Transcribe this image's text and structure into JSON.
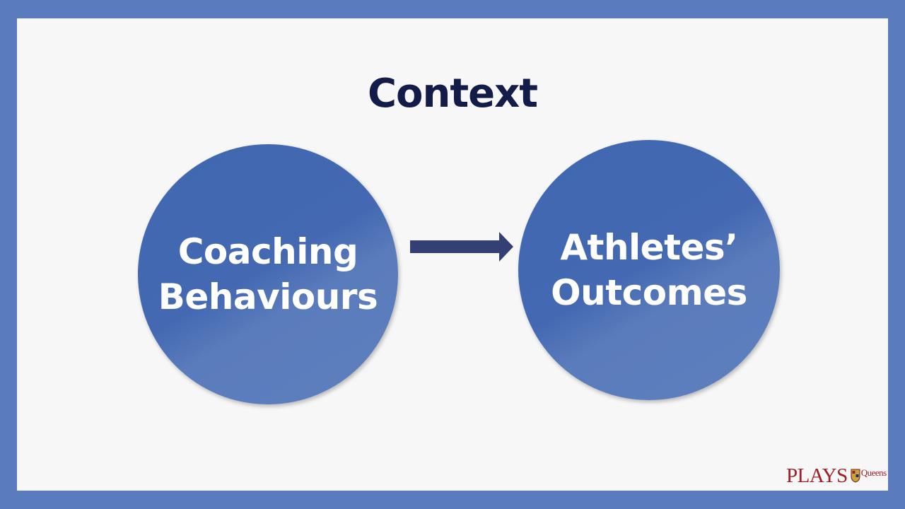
{
  "slide": {
    "title": "Context",
    "left_circle": {
      "line1": "Coaching",
      "line2": "Behaviours"
    },
    "right_circle": {
      "line1": "Athletes’",
      "line2": "Outcomes"
    },
    "colors": {
      "frame": "#5a7bbd",
      "background": "#f7f7f7",
      "title": "#131c49",
      "circle": "#4469b2",
      "arrow": "#343f74",
      "brand": "#a0202a"
    }
  },
  "branding": {
    "logo_text": "PLAYS",
    "university_text": "Queens",
    "crest_icon": "shield-crest-icon"
  }
}
